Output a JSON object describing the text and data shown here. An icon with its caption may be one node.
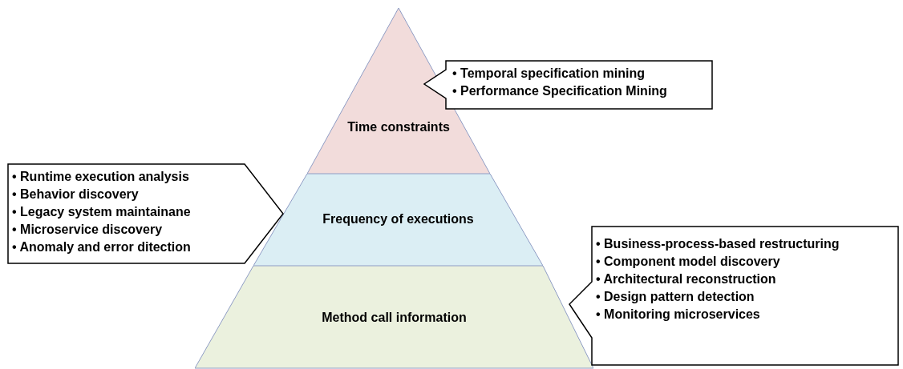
{
  "diagram": {
    "nodes": [
      {
        "text": [
          "Time constraints"
        ]
      },
      {
        "text": [
          "Frequency of executions"
        ]
      },
      {
        "text": [
          "Method call information"
        ]
      },
      {
        "text": [
          "• Temporal specification mining",
          "• Performance Specification Mining"
        ]
      },
      {
        "text": [
          "• Runtime execution analysis",
          "• Behavior discovery",
          "• Legacy system maintainane",
          "• Microservice discovery",
          "• Anomaly and error ditection"
        ]
      },
      {
        "text": [
          "• Business-process-based restructuring",
          "• Component model discovery",
          "• Architectural reconstruction",
          "• Design pattern detection",
          "• Monitoring microservices"
        ]
      }
    ],
    "edges": []
  }
}
